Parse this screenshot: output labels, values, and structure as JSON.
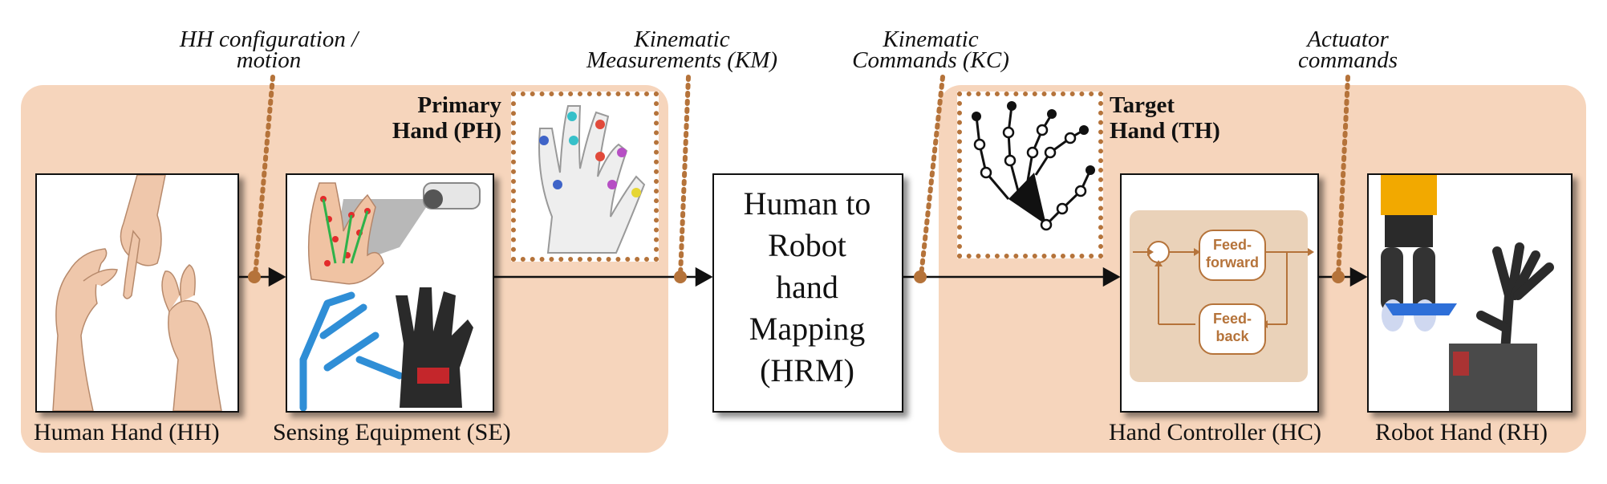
{
  "annotations": {
    "hh_config": [
      "HH configuration /",
      "motion"
    ],
    "km": [
      "Kinematic",
      "Measurements (KM)"
    ],
    "kc": [
      "Kinematic",
      "Commands (KC)"
    ],
    "actuator": [
      "Actuator",
      "commands"
    ]
  },
  "groups": {
    "primary_hand": [
      "Primary",
      "Hand (PH)"
    ],
    "target_hand": [
      "Target",
      "Hand (TH)"
    ]
  },
  "blocks": {
    "human_hand": "Human Hand (HH)",
    "sensing_equipment": "Sensing Equipment (SE)",
    "mapping": [
      "Human to",
      "Robot",
      "hand",
      "Mapping",
      "(HRM)"
    ],
    "hand_controller": "Hand Controller (HC)",
    "robot_hand": "Robot Hand (RH)"
  },
  "controller": {
    "feedforward": [
      "Feed-",
      "forward"
    ],
    "feedback": [
      "Feed-",
      "back"
    ]
  },
  "colors": {
    "panel": "#f6d5bc",
    "accent": "#b5733a",
    "controller_bg": "#ead2b9",
    "robot_yellow": "#f2a900",
    "robot_blue": "#2e6fd8"
  }
}
